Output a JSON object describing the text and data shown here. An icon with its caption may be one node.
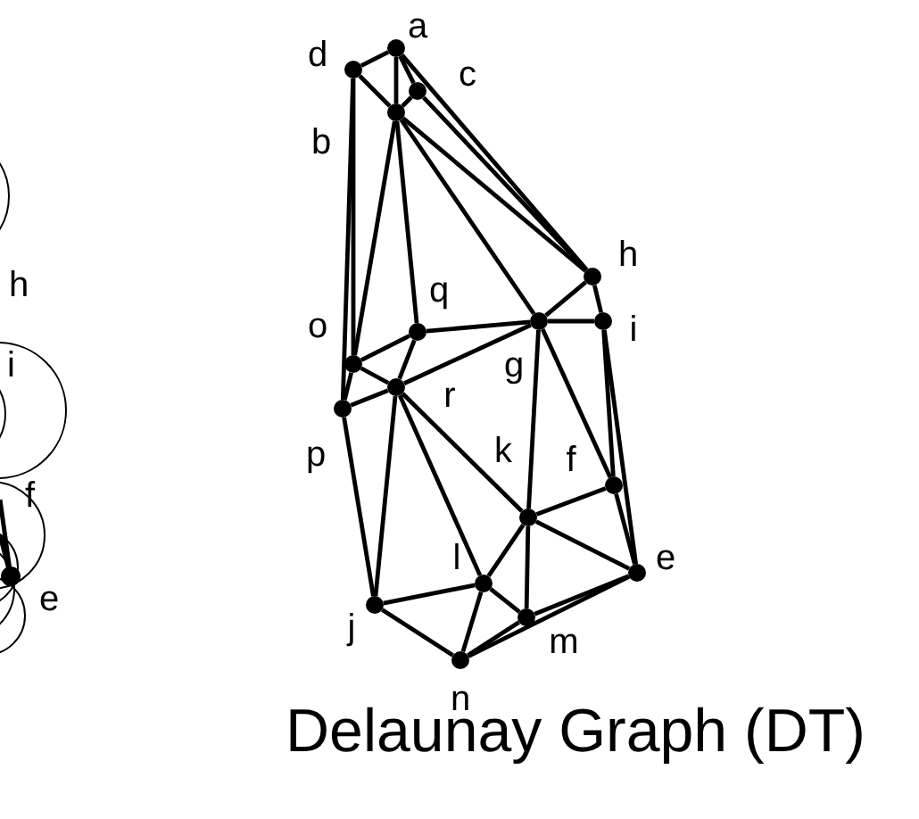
{
  "diagram": {
    "title": "Delaunay Graph (DT)",
    "nodes": [
      {
        "text": [],
        "shape": "circle",
        "beside": [
          "a"
        ]
      },
      {
        "text": [],
        "shape": "circle",
        "beside": [
          "d"
        ]
      },
      {
        "text": [],
        "shape": "circle",
        "beside": [
          "c"
        ]
      },
      {
        "text": [],
        "shape": "circle",
        "beside": [
          "b"
        ]
      },
      {
        "text": [],
        "shape": "circle",
        "beside": [
          "h"
        ]
      },
      {
        "text": [],
        "shape": "circle",
        "beside": [
          "g"
        ]
      },
      {
        "text": [],
        "shape": "circle",
        "beside": [
          "i"
        ]
      },
      {
        "text": [],
        "shape": "circle",
        "beside": [
          "q"
        ]
      },
      {
        "text": [],
        "shape": "circle",
        "beside": [
          "o"
        ]
      },
      {
        "text": [],
        "shape": "circle",
        "beside": [
          "r"
        ]
      },
      {
        "text": [],
        "shape": "circle",
        "beside": [
          "p"
        ]
      },
      {
        "text": [],
        "shape": "circle",
        "beside": [
          "f"
        ]
      },
      {
        "text": [],
        "shape": "circle",
        "beside": [
          "k"
        ]
      },
      {
        "text": [],
        "shape": "circle",
        "beside": [
          "e"
        ]
      },
      {
        "text": [],
        "shape": "circle",
        "beside": [
          "l"
        ]
      },
      {
        "text": [],
        "shape": "circle",
        "beside": [
          "j"
        ]
      },
      {
        "text": [],
        "shape": "circle",
        "beside": [
          "m"
        ]
      },
      {
        "text": [],
        "shape": "circle",
        "beside": [
          "n"
        ]
      }
    ],
    "edges": [
      {
        "from": 0,
        "to": 1,
        "arrow": "none"
      },
      {
        "from": 0,
        "to": 3,
        "arrow": "none"
      },
      {
        "from": 0,
        "to": 2,
        "arrow": "none"
      },
      {
        "from": 0,
        "to": 4,
        "arrow": "none"
      },
      {
        "from": 1,
        "to": 3,
        "arrow": "none"
      },
      {
        "from": 1,
        "to": 8,
        "arrow": "none"
      },
      {
        "from": 1,
        "to": 10,
        "arrow": "none"
      },
      {
        "from": 2,
        "to": 4,
        "arrow": "none"
      },
      {
        "from": 2,
        "to": 3,
        "arrow": "none"
      },
      {
        "from": 3,
        "to": 4,
        "arrow": "none"
      },
      {
        "from": 3,
        "to": 5,
        "arrow": "none"
      },
      {
        "from": 3,
        "to": 7,
        "arrow": "none"
      },
      {
        "from": 3,
        "to": 8,
        "arrow": "none"
      },
      {
        "from": 7,
        "to": 8,
        "arrow": "none"
      },
      {
        "from": 7,
        "to": 9,
        "arrow": "none"
      },
      {
        "from": 7,
        "to": 5,
        "arrow": "none"
      },
      {
        "from": 8,
        "to": 9,
        "arrow": "none"
      },
      {
        "from": 8,
        "to": 10,
        "arrow": "none"
      },
      {
        "from": 10,
        "to": 9,
        "arrow": "none"
      },
      {
        "from": 9,
        "to": 5,
        "arrow": "none"
      },
      {
        "from": 9,
        "to": 12,
        "arrow": "none"
      },
      {
        "from": 9,
        "to": 14,
        "arrow": "none"
      },
      {
        "from": 9,
        "to": 15,
        "arrow": "none"
      },
      {
        "from": 10,
        "to": 15,
        "arrow": "none"
      },
      {
        "from": 5,
        "to": 4,
        "arrow": "none"
      },
      {
        "from": 5,
        "to": 6,
        "arrow": "none"
      },
      {
        "from": 4,
        "to": 6,
        "arrow": "none"
      },
      {
        "from": 5,
        "to": 12,
        "arrow": "none"
      },
      {
        "from": 5,
        "to": 11,
        "arrow": "none"
      },
      {
        "from": 6,
        "to": 11,
        "arrow": "none"
      },
      {
        "from": 6,
        "to": 13,
        "arrow": "none"
      },
      {
        "from": 11,
        "to": 13,
        "arrow": "none"
      },
      {
        "from": 11,
        "to": 12,
        "arrow": "none"
      },
      {
        "from": 12,
        "to": 13,
        "arrow": "none"
      },
      {
        "from": 12,
        "to": 14,
        "arrow": "none"
      },
      {
        "from": 12,
        "to": 16,
        "arrow": "none"
      },
      {
        "from": 14,
        "to": 15,
        "arrow": "none"
      },
      {
        "from": 14,
        "to": 16,
        "arrow": "none"
      },
      {
        "from": 14,
        "to": 17,
        "arrow": "none"
      },
      {
        "from": 15,
        "to": 17,
        "arrow": "none"
      },
      {
        "from": 17,
        "to": 16,
        "arrow": "none"
      },
      {
        "from": 17,
        "to": 13,
        "arrow": "none"
      },
      {
        "from": 16,
        "to": 13,
        "arrow": "none"
      }
    ],
    "labels": [
      "h",
      "i",
      "f",
      "e"
    ]
  }
}
